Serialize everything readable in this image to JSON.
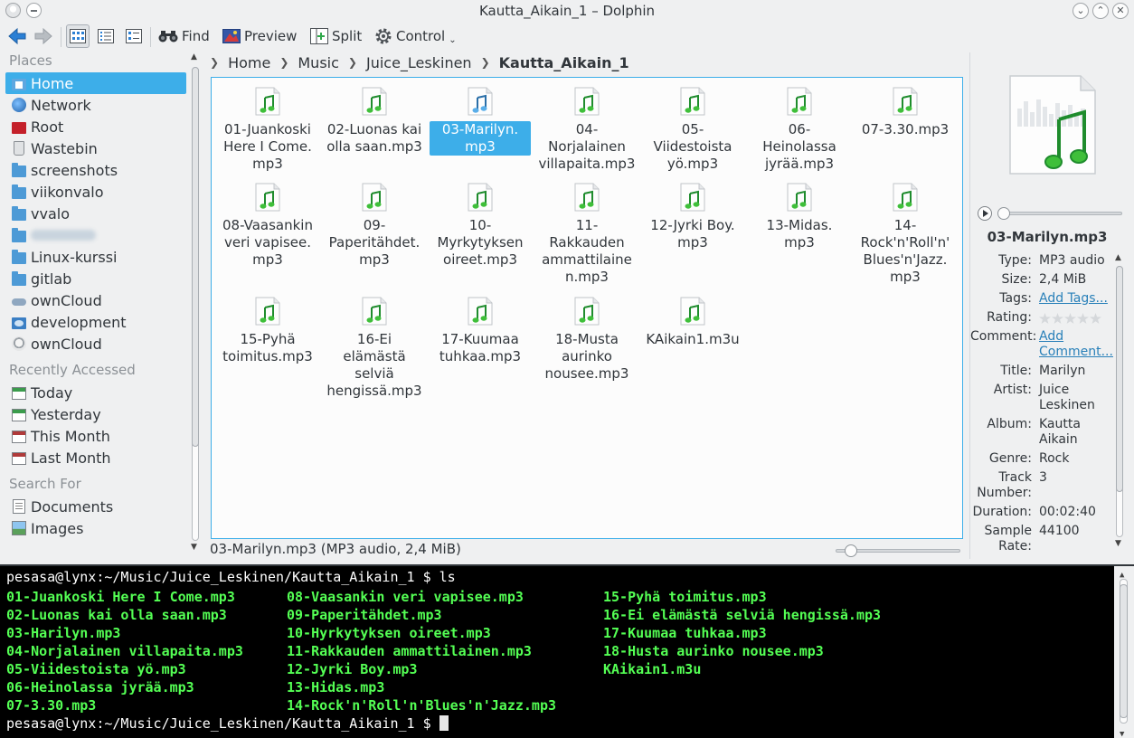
{
  "window": {
    "title": "Kautta_Aikain_1 – Dolphin"
  },
  "toolbar": {
    "find": "Find",
    "preview": "Preview",
    "split": "Split",
    "control": "Control"
  },
  "places": {
    "places_header": "Places",
    "items": [
      "Home",
      "Network",
      "Root",
      "Wastebin",
      "screenshots",
      "viikonvalo",
      "vvalo",
      "",
      "Linux-kurssi",
      "gitlab",
      "ownCloud",
      "development",
      "ownCloud"
    ],
    "recent_header": "Recently Accessed",
    "recent": [
      "Today",
      "Yesterday",
      "This Month",
      "Last Month"
    ],
    "search_header": "Search For",
    "search": [
      "Documents",
      "Images"
    ]
  },
  "breadcrumb": [
    "Home",
    "Music",
    "Juice_Leskinen",
    "Kautta_Aikain_1"
  ],
  "files": [
    "01-Juankoski Here I Come. mp3",
    "02-Luonas kai olla saan.mp3",
    "03-Marilyn. mp3",
    "04- Norjalainen villapaita.mp3",
    "05- Viidestoista yö.mp3",
    "06- Heinolassa jyrää.mp3",
    "07-3.30.mp3",
    "08-Vaasankin veri vapisee. mp3",
    "09- Paperitähdet. mp3",
    "10- Myrkytyksen oireet.mp3",
    "11- Rakkauden ammattilaine n.mp3",
    "12-Jyrki Boy. mp3",
    "13-Midas. mp3",
    "14- Rock'n'Roll'n' Blues'n'Jazz. mp3",
    "15-Pyhä toimitus.mp3",
    "16-Ei elämästä selviä hengissä.mp3",
    "17-Kuumaa tuhkaa.mp3",
    "18-Musta aurinko nousee.mp3",
    "KAikain1.m3u"
  ],
  "selected_file_index": 2,
  "status": {
    "text": "03-Marilyn.mp3 (MP3 audio, 2,4 MiB)",
    "zoom_level": 0.08
  },
  "info": {
    "name": "03-Marilyn.mp3",
    "rows": [
      {
        "key": "Type:",
        "value": "MP3 audio"
      },
      {
        "key": "Size:",
        "value": "2,4 MiB"
      },
      {
        "key": "Tags:",
        "value": "Add Tags...",
        "link": true
      },
      {
        "key": "Rating:",
        "value": "",
        "stars": 0
      },
      {
        "key": "Comment:",
        "value": "Add Comment...",
        "link": true
      },
      {
        "key": "Title:",
        "value": "Marilyn"
      },
      {
        "key": "Artist:",
        "value": "Juice Leskinen"
      },
      {
        "key": "Album:",
        "value": "Kautta Aikain"
      },
      {
        "key": "Genre:",
        "value": "Rock"
      },
      {
        "key": "Track Number:",
        "value": "3"
      },
      {
        "key": "Duration:",
        "value": "00:02:40"
      },
      {
        "key": "Sample Rate:",
        "value": "44100"
      }
    ]
  },
  "terminal": {
    "prompt_cmd": "pesasa@lynx:~/Music/Juice_Leskinen/Kautta_Aikain_1 $ ls",
    "col1": [
      "01-Juankoski Here I Come.mp3",
      "02-Luonas kai olla saan.mp3",
      "03-Harilyn.mp3",
      "04-Norjalainen villapaita.mp3",
      "05-Viidestoista yö.mp3",
      "06-Heinolassa jyrää.mp3",
      "07-3.30.mp3"
    ],
    "col2": [
      "08-Vaasankin veri vapisee.mp3",
      "09-Paperitähdet.mp3",
      "10-Hyrkytyksen oireet.mp3",
      "11-Rakkauden ammattilainen.mp3",
      "12-Jyrki Boy.mp3",
      "13-Hidas.mp3",
      "14-Rock'n'Roll'n'Blues'n'Jazz.mp3"
    ],
    "col3": [
      "15-Pyhä toimitus.mp3",
      "16-Ei elämästä selviä hengissä.mp3",
      "17-Kuumaa tuhkaa.mp3",
      "18-Husta aurinko nousee.mp3",
      "KAikain1.m3u"
    ],
    "prompt": "pesasa@lynx:~/Music/Juice_Leskinen/Kautta_Aikain_1 $ "
  }
}
